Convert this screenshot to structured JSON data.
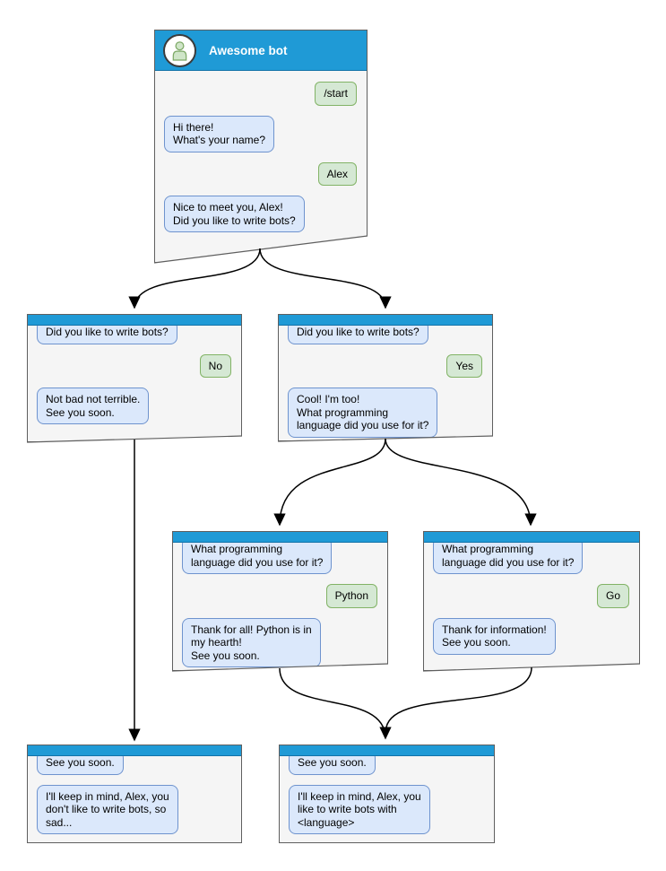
{
  "diagram": {
    "windows": [
      {
        "id": "main",
        "title": "Awesome bot",
        "messages": [
          {
            "from": "user",
            "text": "/start"
          },
          {
            "from": "bot",
            "text": "Hi there!\nWhat's your name?"
          },
          {
            "from": "user",
            "text": "Alex"
          },
          {
            "from": "bot",
            "text": "Nice to meet you, Alex!\nDid you like to write bots?"
          }
        ]
      },
      {
        "id": "branch-no",
        "messages": [
          {
            "from": "bot",
            "text": "Did you like to write bots?"
          },
          {
            "from": "user",
            "text": "No"
          },
          {
            "from": "bot",
            "text": "Not bad not terrible.\nSee you soon."
          }
        ]
      },
      {
        "id": "branch-yes",
        "messages": [
          {
            "from": "bot",
            "text": "Did you like to write bots?"
          },
          {
            "from": "user",
            "text": "Yes"
          },
          {
            "from": "bot",
            "text": "Cool! I'm too!\nWhat programming\nlanguage did you use for it?"
          }
        ]
      },
      {
        "id": "branch-python",
        "messages": [
          {
            "from": "bot",
            "text": "What programming\nlanguage did you use for it?"
          },
          {
            "from": "user",
            "text": "Python"
          },
          {
            "from": "bot",
            "text": "Thank for all! Python is in\nmy hearth!\nSee you soon."
          }
        ]
      },
      {
        "id": "branch-go",
        "messages": [
          {
            "from": "bot",
            "text": "What programming\nlanguage did you use for it?"
          },
          {
            "from": "user",
            "text": "Go"
          },
          {
            "from": "bot",
            "text": "Thank for information!\nSee you soon."
          }
        ]
      },
      {
        "id": "end-no",
        "messages": [
          {
            "from": "bot",
            "text": "See you soon."
          },
          {
            "from": "bot",
            "text": "I'll keep in mind, Alex, you\ndon't like to write bots, so\nsad..."
          }
        ]
      },
      {
        "id": "end-yes",
        "messages": [
          {
            "from": "bot",
            "text": "See you soon."
          },
          {
            "from": "bot",
            "text": "I'll keep in mind, Alex, you\nlike to write bots with\n<language>"
          }
        ]
      }
    ],
    "edges": [
      {
        "from": "main",
        "to": "branch-no"
      },
      {
        "from": "main",
        "to": "branch-yes"
      },
      {
        "from": "branch-no",
        "to": "end-no"
      },
      {
        "from": "branch-yes",
        "to": "branch-python"
      },
      {
        "from": "branch-yes",
        "to": "branch-go"
      },
      {
        "from": "branch-python",
        "to": "end-yes"
      },
      {
        "from": "branch-go",
        "to": "end-yes"
      }
    ],
    "colors": {
      "titlebar_blue": "#1f9ad6",
      "window_bg": "#f5f5f5",
      "window_border": "#5f5f5f",
      "bot_bubble_bg": "#dbe8fb",
      "bot_bubble_border": "#6e93ce",
      "user_bubble_bg": "#d5e8d4",
      "user_bubble_border": "#82b366",
      "arrow": "#000000"
    }
  }
}
